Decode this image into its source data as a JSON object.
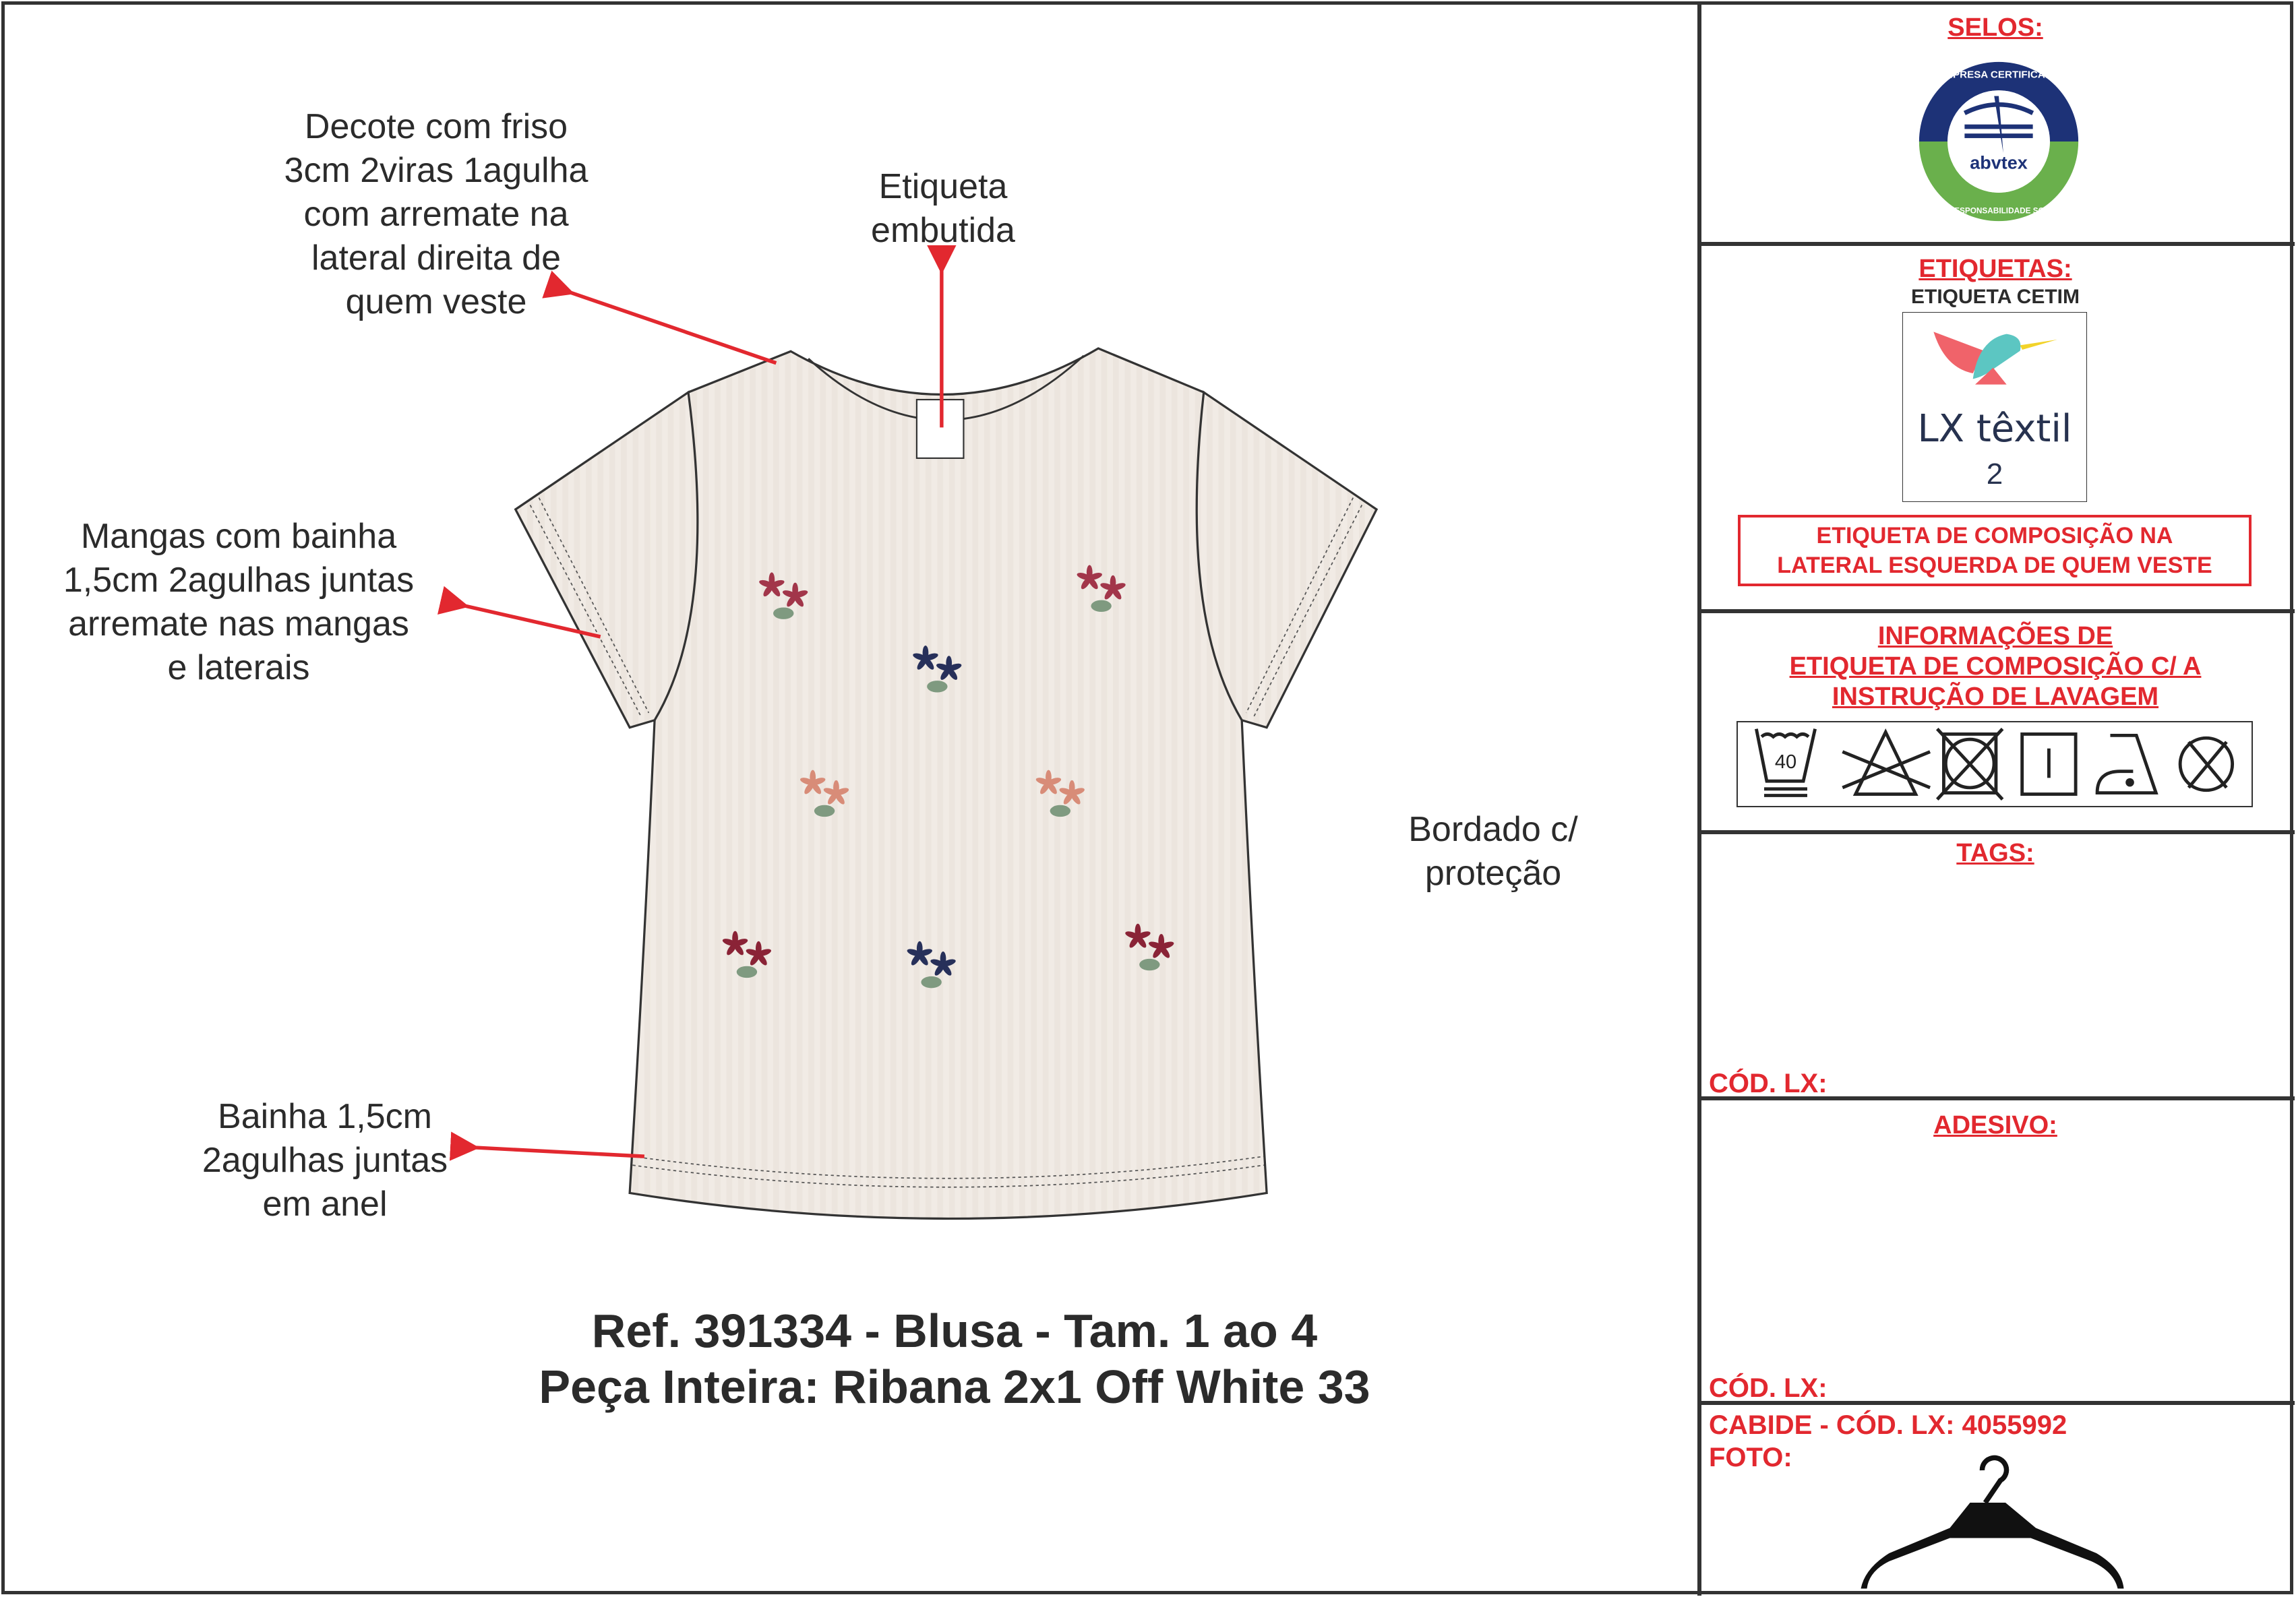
{
  "annotations": {
    "neckline": "Decote com friso\n3cm 2viras 1agulha\ncom arremate na\nlateral direita de\nquem veste",
    "label": "Etiqueta\nembutida",
    "sleeves": "Mangas com bainha\n1,5cm 2agulhas juntas\narremate nas mangas\ne laterais",
    "embroidery": "Bordado c/\nproteção",
    "hem": "Bainha 1,5cm\n2agulhas juntas\nem anel"
  },
  "product": {
    "ref_line": "Ref. 391334 - Blusa - Tam. 1 ao 4",
    "fabric_line": "Peça Inteira: Ribana 2x1 Off White 33"
  },
  "colors": {
    "accent": "#e2282f",
    "fabric": "#f1ebe5",
    "outline": "#333333"
  },
  "panel": {
    "selos": {
      "title": "SELOS:",
      "seal_top": "EMPRESA CERTIFICADA",
      "seal_brand": "abvtex",
      "seal_bottom": "EM RESPONSABILIDADE SOCIAL"
    },
    "etiquetas": {
      "title": "ETIQUETAS:",
      "subtitle": "ETIQUETA CETIM",
      "logo_text": "LX têxtil",
      "logo_size": "2",
      "notice": "ETIQUETA DE COMPOSIÇÃO NA\nLATERAL ESQUERDA DE QUEM VESTE"
    },
    "info": {
      "title": "INFORMAÇÕES DE\nETIQUETA DE COMPOSIÇÃO C/ A\nINSTRUÇÃO DE LAVAGEM",
      "wash_temp": "40",
      "care_icons": [
        "wash-40-icon",
        "no-bleach-icon",
        "no-tumble-dry-icon",
        "line-dry-icon",
        "iron-low-icon",
        "no-dry-clean-icon"
      ]
    },
    "tags": {
      "title": "TAGS:",
      "code_label": "CÓD. LX:"
    },
    "adesivo": {
      "title": "ADESIVO:",
      "code_label": "CÓD. LX:"
    },
    "cabide": {
      "title": "CABIDE - CÓD. LX: 4055992",
      "photo_label": "FOTO:"
    }
  }
}
